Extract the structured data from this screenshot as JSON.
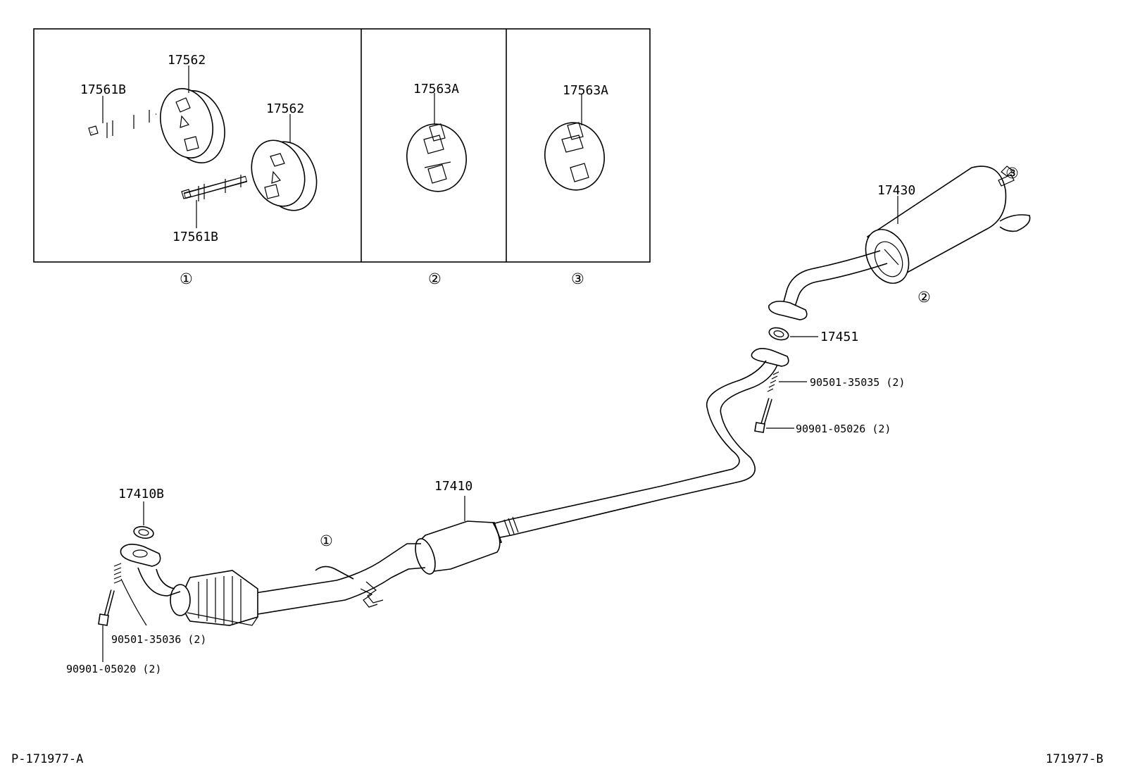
{
  "inset_panels": [
    {
      "ref": "①",
      "parts": [
        "17562",
        "17561B",
        "17562",
        "17561B"
      ]
    },
    {
      "ref": "②",
      "parts": [
        "17563A"
      ]
    },
    {
      "ref": "③",
      "parts": [
        "17563A"
      ]
    }
  ],
  "main_labels": {
    "muffler": "17430",
    "ref3": "③",
    "ref2": "②",
    "gasket_rear": "17451",
    "spring_rear": "90501-35035 (2)",
    "bolt_rear": "90901-05026 (2)",
    "center_pipe": "17410",
    "ref1": "①",
    "gasket_front": "17410B",
    "spring_front": "90501-35036 (2)",
    "bolt_front": "90901-05020 (2)"
  },
  "footer": {
    "left": "P-171977-A",
    "right": "171977-B"
  }
}
